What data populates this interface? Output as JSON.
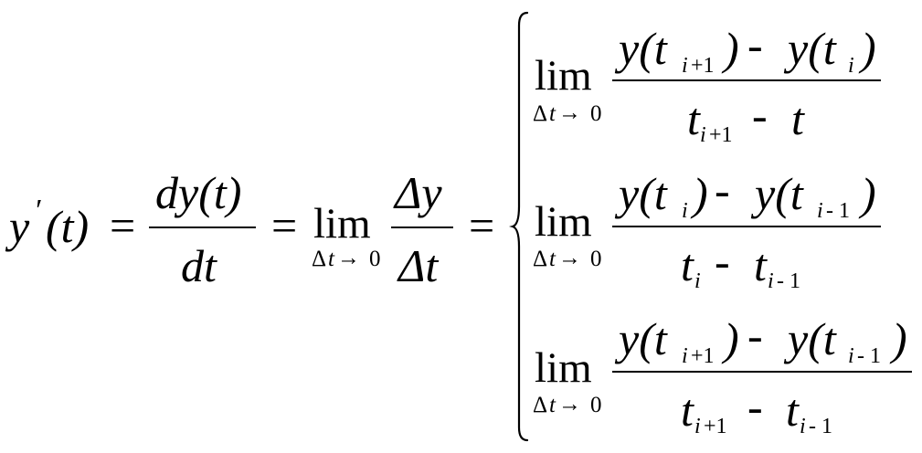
{
  "equation": {
    "lhs": {
      "y": "y",
      "prime": "′",
      "arg": "(t)",
      "eq": "="
    },
    "derivative": {
      "numerator": "dy(t)",
      "denominator": "dt",
      "eq": "="
    },
    "limit": {
      "lim": "lim",
      "delta": "Δ",
      "t": "t",
      "arrow": "→",
      "zero": "0",
      "numerator": "Δy",
      "denominator": "Δt",
      "eq": "="
    },
    "cases": [
      {
        "lim": "lim",
        "delta": "Δ",
        "t": "t",
        "arrow": "→",
        "zero": "0",
        "num_a": "y(t",
        "num_a_sub": "i",
        "num_a_sub2": "+1",
        "num_a_close": ")",
        "minus": "-",
        "num_b": "y(t",
        "num_b_sub": "i",
        "num_b_close": ")",
        "den_a": "t",
        "den_a_sub": "i",
        "den_a_sub2": "+1",
        "den_minus": "-",
        "den_b": "t"
      },
      {
        "lim": "lim",
        "delta": "Δ",
        "t": "t",
        "arrow": "→",
        "zero": "0",
        "num_a": "y(t",
        "num_a_sub": "i",
        "num_a_close": ")",
        "minus": "-",
        "num_b": "y(t",
        "num_b_sub": "i",
        "num_b_sub2": "- 1",
        "num_b_close": ")",
        "den_a": "t",
        "den_a_sub": "i",
        "den_minus": "-",
        "den_b": "t",
        "den_b_sub": "i",
        "den_b_sub2": "- 1"
      },
      {
        "lim": "lim",
        "delta": "Δ",
        "t": "t",
        "arrow": "→",
        "zero": "0",
        "num_a": "y(t",
        "num_a_sub": "i",
        "num_a_sub2": "+1",
        "num_a_close": ")",
        "minus": "-",
        "num_b": "y(t",
        "num_b_sub": "i",
        "num_b_sub2": "- 1",
        "num_b_close": ")",
        "den_a": "t",
        "den_a_sub": "i",
        "den_a_sub2": "+1",
        "den_minus": "-",
        "den_b": "t",
        "den_b_sub": "i",
        "den_b_sub2": "- 1"
      }
    ]
  }
}
